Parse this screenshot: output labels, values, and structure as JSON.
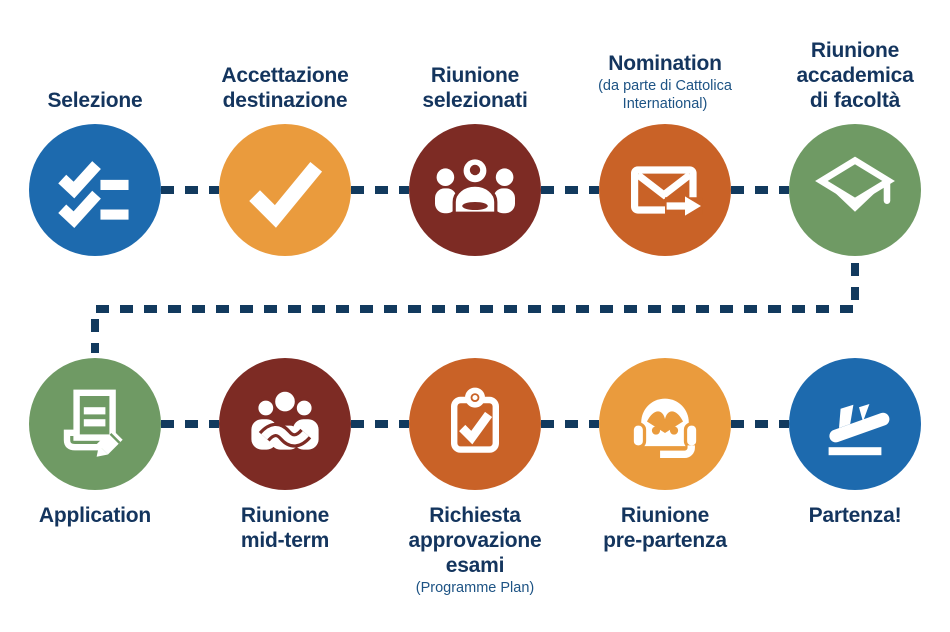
{
  "palette": {
    "blue": "#1d6aae",
    "amber": "#ea9b3d",
    "maroon": "#7d2b24",
    "orange": "#c96227",
    "green": "#6f9a64",
    "navy": "#14355e",
    "subnavy": "#1d5384",
    "connector": "#123a5e",
    "background": "#ffffff"
  },
  "diagram": {
    "type": "process-flow",
    "rows": [
      {
        "steps": [
          {
            "label": "Selezione",
            "color": "blue",
            "icon": "checklist-icon"
          },
          {
            "label": "Accettazione\ndestinazione",
            "color": "amber",
            "icon": "checkmark-icon"
          },
          {
            "label": "Riunione\nselezionati",
            "color": "maroon",
            "icon": "group-icon"
          },
          {
            "label": "Nomination",
            "sublabel": "(da parte di Cattolica\nInternational)",
            "color": "orange",
            "icon": "envelope-send-icon"
          },
          {
            "label": "Riunione\naccademica\ndi facoltà",
            "color": "green",
            "icon": "graduation-cap-icon"
          }
        ]
      },
      {
        "steps": [
          {
            "label": "Application",
            "color": "green",
            "icon": "document-edit-icon"
          },
          {
            "label": "Riunione\nmid-term",
            "color": "maroon",
            "icon": "meeting-icon"
          },
          {
            "label": "Richiesta\napprovazione\nesami",
            "sublabel": "(Programme Plan)",
            "color": "orange",
            "icon": "clipboard-check-icon"
          },
          {
            "label": "Riunione\npre-partenza",
            "color": "amber",
            "icon": "headset-icon"
          },
          {
            "label": "Partenza!",
            "color": "blue",
            "icon": "plane-departure-icon"
          }
        ]
      }
    ]
  }
}
